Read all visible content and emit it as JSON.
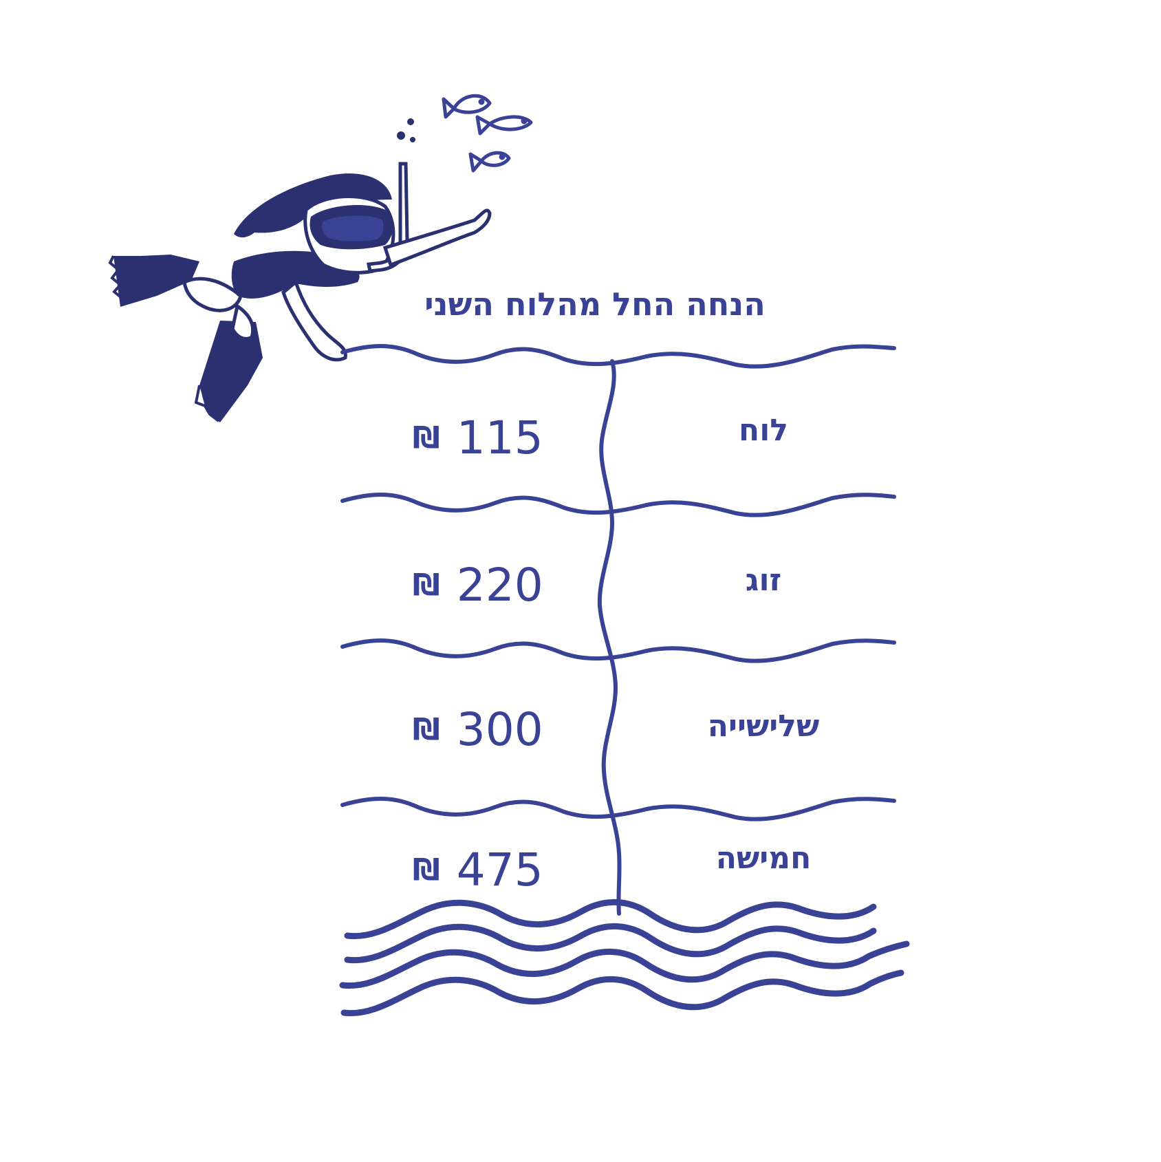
{
  "title": "הנחה החל מהלוח השני",
  "currency_symbol": "₪",
  "rows": [
    {
      "label": "לוח",
      "price": "115"
    },
    {
      "label": "זוג",
      "price": "220"
    },
    {
      "label": "שלישייה",
      "price": "300"
    },
    {
      "label": "חמישה",
      "price": "475"
    }
  ],
  "colors": {
    "ink": "#3a4296",
    "diver": "#2b3170",
    "background": "#ffffff"
  }
}
